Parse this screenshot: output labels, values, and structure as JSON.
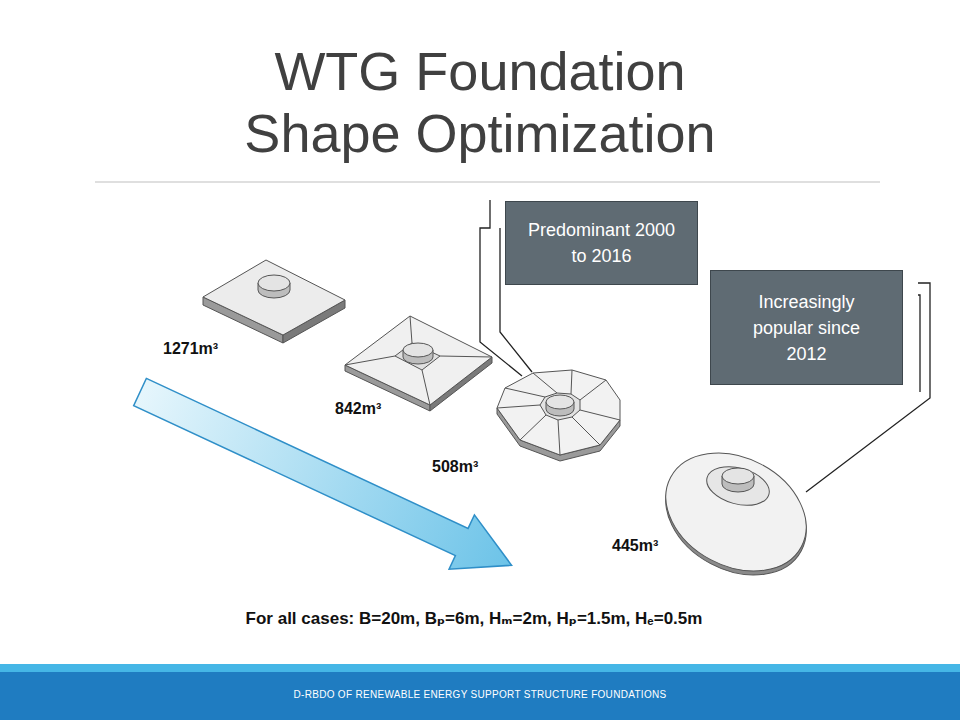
{
  "diagram": {
    "title": "WTG Foundation Shape Optimization",
    "nodes": [
      {
        "text": [
          "Predominant 2000 to 2016"
        ]
      },
      {
        "text": [
          "Increasingly popular since 2012"
        ]
      }
    ],
    "labels": [
      "1271m³",
      "842m³",
      "508m³",
      "445m³",
      "For all cases: B=20m, Bₚ=6m, Hₘ=2m, Hₚ=1.5m, Hₑ=0.5m",
      "D-RBDO OF RENEWABLE ENERGY SUPPORT STRUCTURE FOUNDATIONS"
    ]
  }
}
